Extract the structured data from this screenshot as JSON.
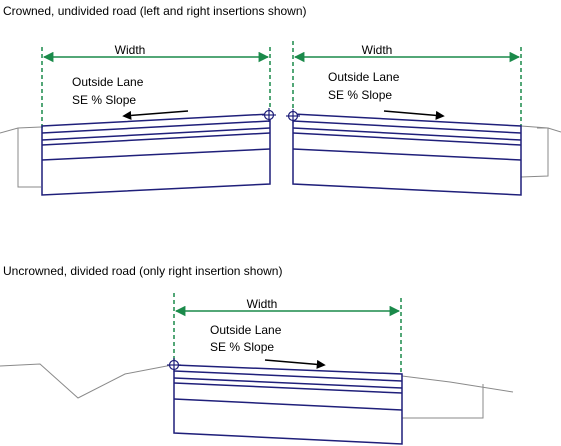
{
  "captions": {
    "crowned": "Crowned, undivided road (left and right insertions shown)",
    "uncrowned": "Uncrowned, divided road (only right insertion shown)"
  },
  "labels": {
    "width": "Width",
    "outside_lane": "Outside Lane",
    "se_slope": "SE % Slope"
  },
  "colors": {
    "pavement": "#1f1f7a",
    "dimension": "#1a8a4a",
    "ground": "#8a8a8a",
    "arrow": "#000000"
  }
}
